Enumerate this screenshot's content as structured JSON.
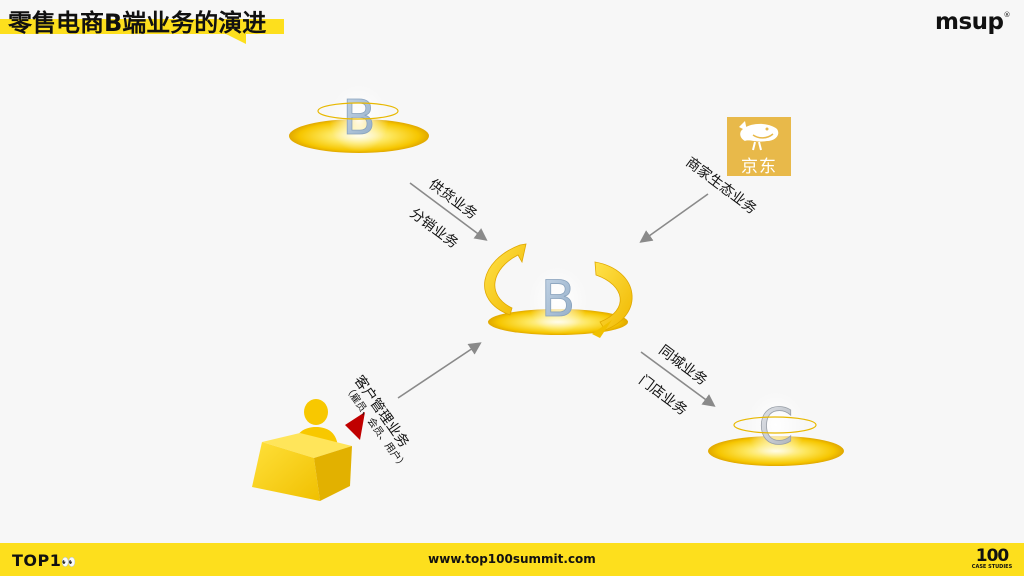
{
  "header": {
    "title": "零售电商B端业务的演进",
    "logo": "msup",
    "logo_mark": "®"
  },
  "diagram": {
    "nodes": {
      "top_b": {
        "letter": "B"
      },
      "center_b": {
        "letter": "B"
      },
      "bottom_c": {
        "letter": "C"
      },
      "jd_logo": {
        "text": "京东"
      },
      "customer_icon": {
        "description": "person-at-desk"
      }
    },
    "edges": [
      {
        "from": "top_b",
        "to": "center_b",
        "labels": [
          "供货业务",
          "分销业务"
        ]
      },
      {
        "from": "jd_logo",
        "to": "center_b",
        "labels": [
          "商家生态业务"
        ]
      },
      {
        "from": "customer_icon",
        "to": "center_b",
        "labels": [
          "客户管理业务",
          "（雇员、会员、用户）"
        ]
      },
      {
        "from": "center_b",
        "to": "bottom_c",
        "labels": [
          "同城业务",
          "门店业务"
        ]
      }
    ],
    "colors": {
      "accent_yellow": "#fddf1d",
      "disc_yellow": "#f6c600",
      "letter_blue": "#a9c1d9",
      "arrow_gray": "#8a8a8a",
      "marker_red": "#c00000",
      "jd_orange": "#e8b94a"
    }
  },
  "footer": {
    "left_brand": "TOP1",
    "url": "www.top100summit.com",
    "right_brand_big": "100",
    "right_brand_small": "CASE STUDIES"
  }
}
